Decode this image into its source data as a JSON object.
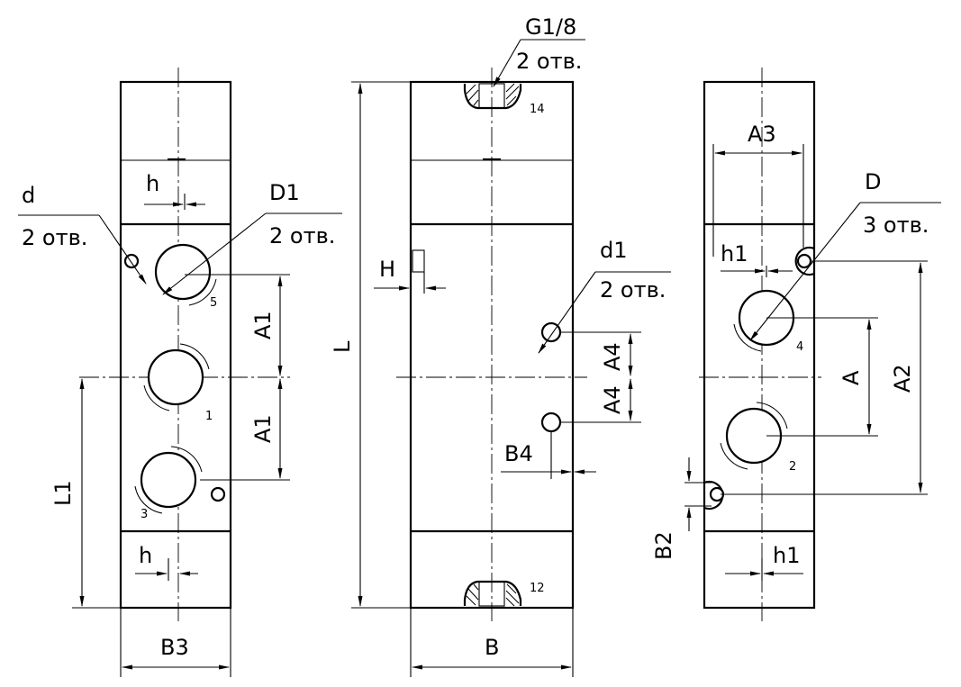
{
  "labels": {
    "d": "d",
    "d_count": "2 отв.",
    "h_top": "h",
    "D1": "D1",
    "D1_count": "2 отв.",
    "A1_top": "A1",
    "A1_bottom": "A1",
    "L1": "L1",
    "h_bottom": "h",
    "B3": "B3",
    "port_5": "5",
    "port_1": "1",
    "port_3": "3",
    "thread": "G1/8",
    "thread_count": "2 отв.",
    "port_14": "14",
    "port_12": "12",
    "H": "H",
    "L": "L",
    "d1": "d1",
    "d1_count": "2 отв.",
    "A4_top": "A4",
    "A4_bottom": "A4",
    "B4": "B4",
    "B": "B",
    "A3": "A3",
    "D": "D",
    "D_count": "3 отв.",
    "h1_top": "h1",
    "A": "A",
    "A2": "A2",
    "port_4": "4",
    "port_2": "2",
    "B2": "B2",
    "h1_bottom": "h1"
  }
}
